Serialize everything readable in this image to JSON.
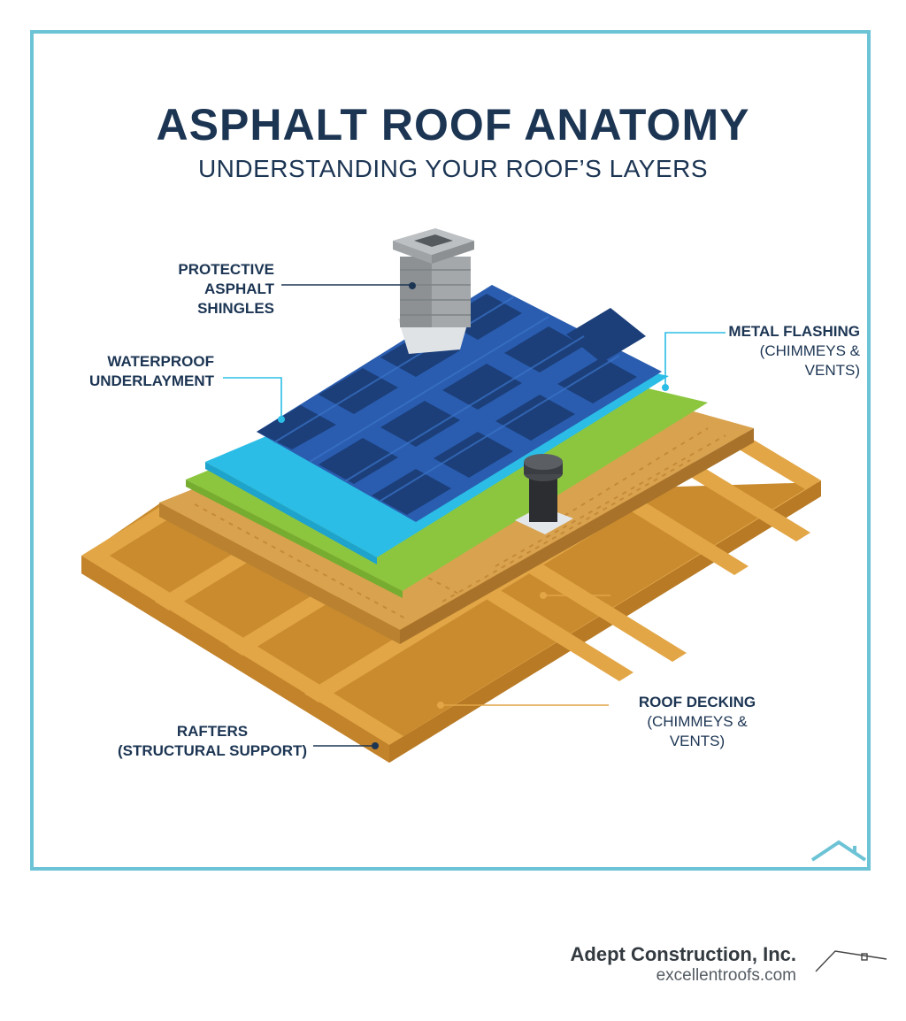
{
  "header": {
    "title": "ASPHALT ROOF ANATOMY",
    "subtitle": "UNDERSTANDING YOUR ROOF’S LAYERS"
  },
  "labels": {
    "shingles": {
      "line1": "PROTECTIVE",
      "line2": "ASPHALT SHINGLES"
    },
    "underlayment": {
      "line1": "WATERPROOF",
      "line2": "UNDERLAYMENT"
    },
    "flashing": {
      "line1": "METAL FLASHING",
      "line2": "(CHIMMEYS & VENTS)"
    },
    "decking": {
      "line1": "ROOF DECKING",
      "line2": "(CHIMMEYS & VENTS)"
    },
    "rafters": {
      "line1": "RAFTERS",
      "line2": "(STRUCTURAL SUPPORT)"
    }
  },
  "footer": {
    "company": "Adept Construction, Inc.",
    "website": "excellentroofs.com"
  },
  "colors": {
    "frame": "#6cc3d6",
    "title": "#1c3553",
    "wood": "#e2a646",
    "underlayment": "#2bbde6",
    "green_layer": "#8cc63f",
    "shingle_light": "#2a5db0",
    "shingle_dark": "#1c3f7a"
  },
  "icons": [
    "house-outline-icon",
    "roof-logo-icon"
  ]
}
